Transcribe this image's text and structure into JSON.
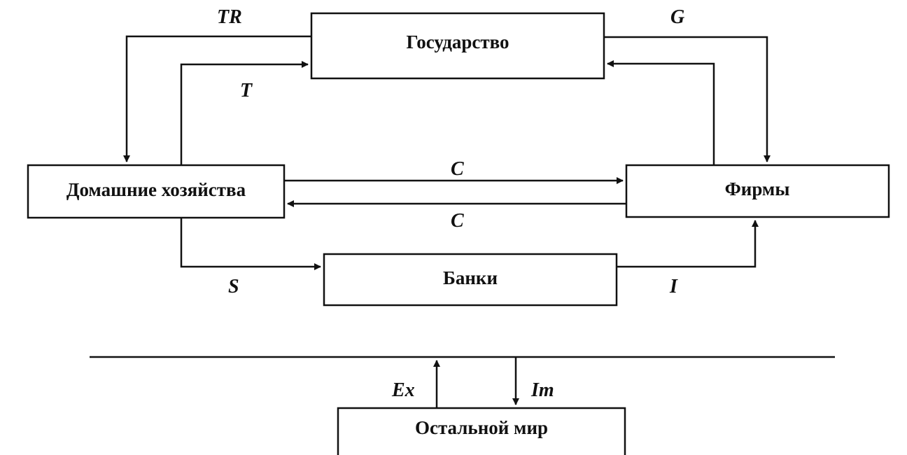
{
  "nodes": {
    "government": "Государство",
    "households": "Домашние хозяйства",
    "firms": "Фирмы",
    "banks": "Банки",
    "rest_of_world": "Остальной мир"
  },
  "flows": {
    "transfers": "TR",
    "government_purchases": "G",
    "taxes": "T",
    "consumption_top": "C",
    "consumption_bottom": "C",
    "savings": "S",
    "investment": "I",
    "exports": "Ex",
    "imports": "Im"
  }
}
